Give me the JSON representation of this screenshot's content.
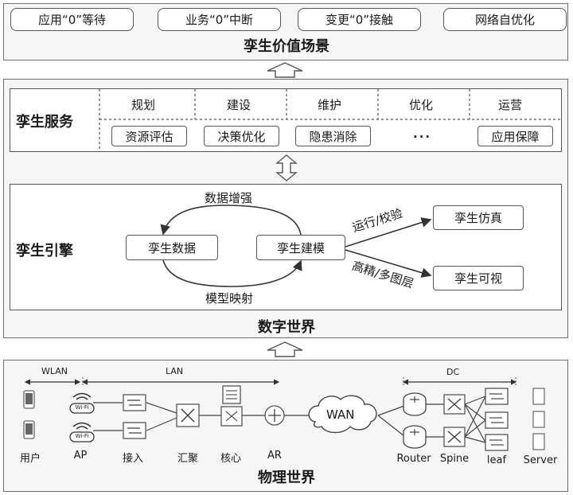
{
  "value_scenes": {
    "items": [
      "应用“0”等待",
      "业务“0”中断",
      "变更“0”接触",
      "网络自优化"
    ],
    "title": "孪生价值场景"
  },
  "digital_world": {
    "title": "数字世界",
    "services": {
      "label": "孪生服务",
      "top_row": [
        "规划",
        "建设",
        "维护",
        "优化",
        "运营"
      ],
      "bottom_row": [
        "资源评估",
        "决策优化",
        "隐患消除",
        "...",
        "应用保障"
      ]
    },
    "engine": {
      "label": "孪生引擎",
      "twin_data": "孪生数据",
      "twin_model": "孪生建模",
      "arrow_top": "数据增强",
      "arrow_bottom": "模型映射",
      "branch_1": "运行/校验",
      "branch_2": "高精/多图层",
      "output_1": "孪生仿真",
      "output_2": "孪生可视"
    }
  },
  "physical_world": {
    "title": "物理世界",
    "spans": {
      "wlan": "WLAN",
      "lan": "LAN",
      "dc": "DC"
    },
    "wifi_badge": "Wi-Fi",
    "wan": "WAN",
    "devices": [
      "用户",
      "AP",
      "接入",
      "汇聚",
      "核心",
      "AR",
      "Router",
      "Spine",
      "leaf",
      "Server"
    ]
  }
}
